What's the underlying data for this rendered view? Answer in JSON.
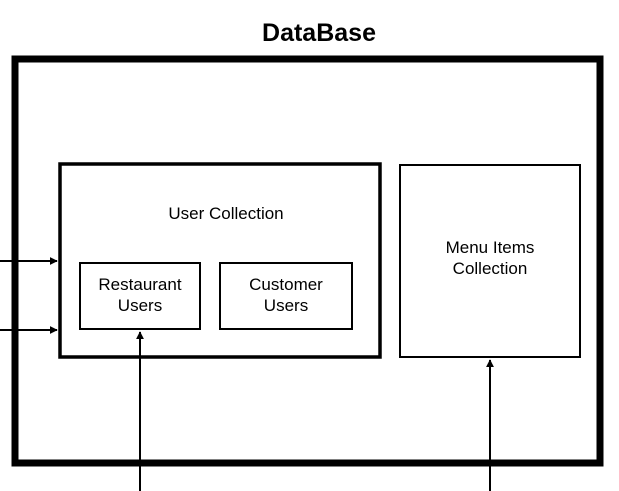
{
  "diagram": {
    "title": "DataBase",
    "user_collection": {
      "label": "User Collection",
      "restaurant_users": {
        "line1": "Restaurant",
        "line2": "Users"
      },
      "customer_users": {
        "line1": "Customer",
        "line2": "Users"
      }
    },
    "menu_items_collection": {
      "line1": "Menu Items",
      "line2": "Collection"
    }
  }
}
